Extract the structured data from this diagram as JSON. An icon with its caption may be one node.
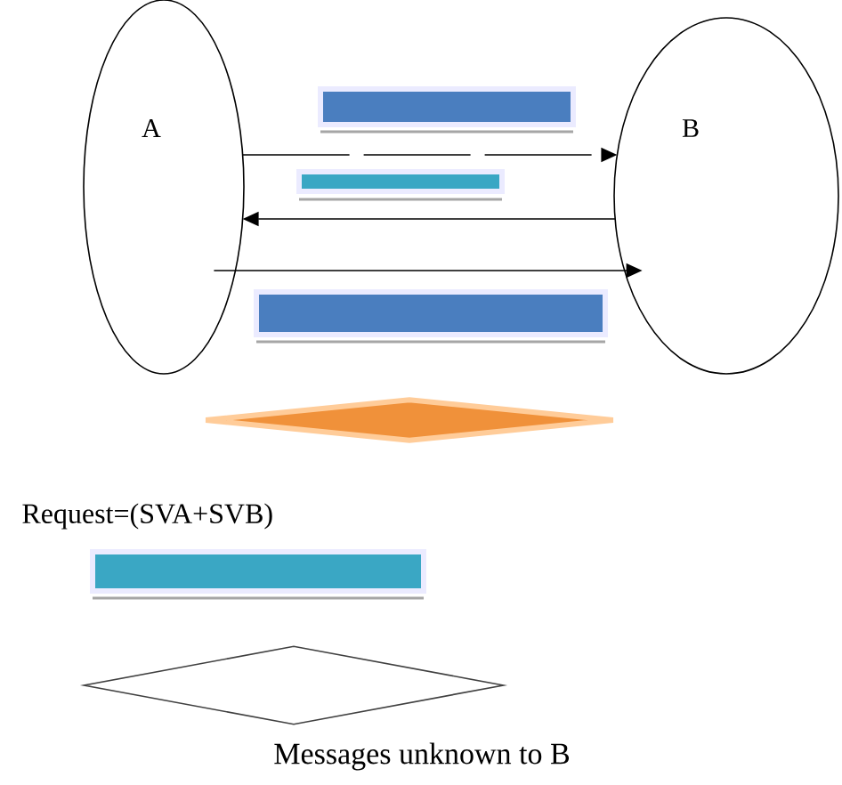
{
  "diagram": {
    "caption": "Messages unknown to B",
    "nodes": [
      {
        "text": [
          "A"
        ]
      },
      {
        "text": [
          "B"
        ]
      },
      {
        "text": [],
        "shape": "bar"
      },
      {
        "text": [],
        "shape": "bar"
      },
      {
        "text": [],
        "shape": "bar"
      },
      {
        "text": [],
        "shape": "diamond"
      },
      {
        "text": [],
        "shape": "bar"
      },
      {
        "text": [],
        "shape": "diamond"
      }
    ],
    "edges": [
      {
        "from": 0,
        "to": 1,
        "arrow": "to",
        "style": "dashed"
      },
      {
        "from": 1,
        "to": 0,
        "arrow": "to"
      },
      {
        "from": 0,
        "to": 1,
        "arrow": "to"
      }
    ],
    "labels": [
      "Request=(SVA+SVB)"
    ]
  }
}
